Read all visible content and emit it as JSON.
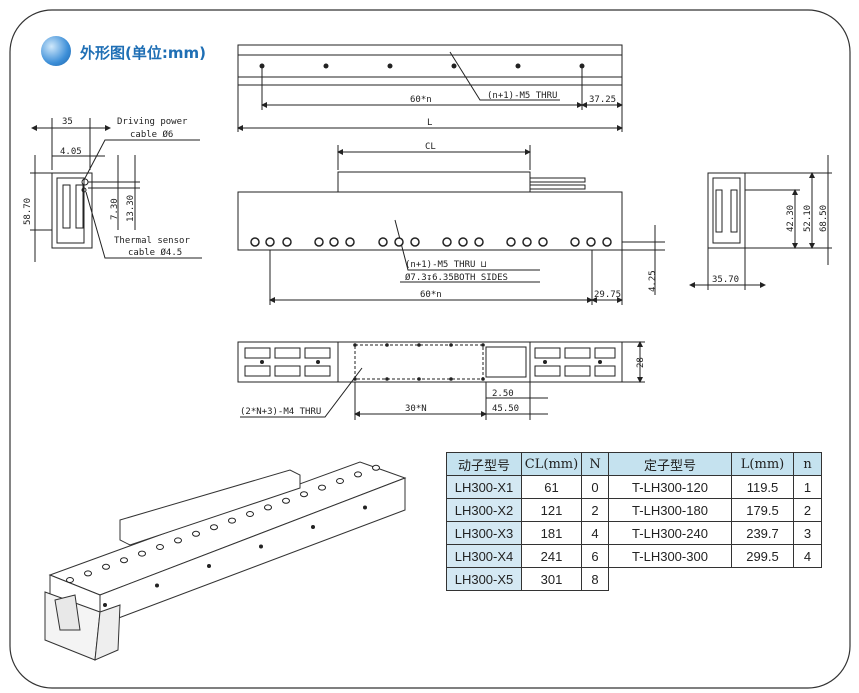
{
  "title": "外形图(单位:mm)",
  "top_view": {
    "hole_label": "(n+1)-M5 THRU",
    "dim_pitch": "60*n",
    "dim_end": "37.25",
    "dim_length": "L"
  },
  "left_end_view": {
    "dim_width": "35",
    "dim_offset": "4.05",
    "dim_height": "58.70",
    "dim_a": "7.30",
    "dim_b": "13.30",
    "cable_power_1": "Driving power",
    "cable_power_2": "cable Ø6",
    "cable_sensor_1": "Thermal sensor",
    "cable_sensor_2": "cable Ø4.5"
  },
  "side_view": {
    "dim_cl": "CL",
    "hole_label_1": "(n+1)-M5 THRU ⊔",
    "hole_label_2": "Ø7.3↧6.35BOTH SIDES",
    "dim_pitch": "60*n",
    "dim_end": "29.75",
    "dim_h": "4.25"
  },
  "right_end_view": {
    "dim_a": "42.30",
    "dim_b": "52.10",
    "dim_c": "68.50",
    "dim_w": "35.70"
  },
  "bottom_view": {
    "dim_h": "28",
    "dim_a": "2.50",
    "dim_pitch": "30*N",
    "dim_b": "45.50",
    "hole_label": "(2*N+3)-M4 THRU"
  },
  "table": {
    "headers": [
      "动子型号",
      "CL(mm)",
      "N",
      "定子型号",
      "L(mm)",
      "n"
    ],
    "movers": [
      {
        "model": "LH300-X1",
        "cl": "61",
        "n": "0"
      },
      {
        "model": "LH300-X2",
        "cl": "121",
        "n": "2"
      },
      {
        "model": "LH300-X3",
        "cl": "181",
        "n": "4"
      },
      {
        "model": "LH300-X4",
        "cl": "241",
        "n": "6"
      },
      {
        "model": "LH300-X5",
        "cl": "301",
        "n": "8"
      }
    ],
    "stators": [
      {
        "model": "T-LH300-120",
        "l": "119.5",
        "n": "1"
      },
      {
        "model": "T-LH300-180",
        "l": "179.5",
        "n": "2"
      },
      {
        "model": "T-LH300-240",
        "l": "239.7",
        "n": "3"
      },
      {
        "model": "T-LH300-300",
        "l": "299.5",
        "n": "4"
      }
    ]
  }
}
